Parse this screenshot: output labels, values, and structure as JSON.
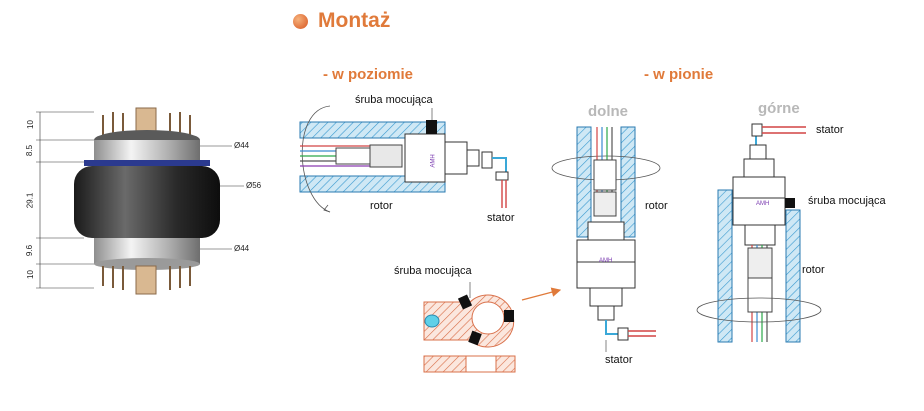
{
  "header": {
    "title": "Montaż",
    "bullet_color": "#e07a3a"
  },
  "sections": {
    "horizontal": "- w poziomie",
    "vertical": "- w pionie"
  },
  "vertical_variants": {
    "bottom": "dolne",
    "top": "górne"
  },
  "labels": {
    "mount_screw": "śruba mocująca",
    "rotor": "rotor",
    "stator": "stator"
  },
  "product_marking": "AMH",
  "dimensions": {
    "left": [
      "10",
      "8.5",
      "29.1",
      "9.6",
      "10"
    ],
    "right": [
      "Ø44",
      "Ø56",
      "Ø44"
    ]
  }
}
